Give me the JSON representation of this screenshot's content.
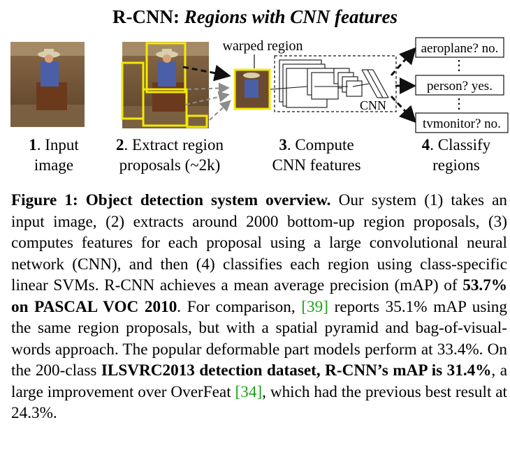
{
  "figure": {
    "title_plain": "R-CNN: ",
    "title_italic": "Regions with CNN features",
    "warped_label": "warped region",
    "cnn_label": "CNN",
    "outputs": [
      "aeroplane? no.",
      "person? yes.",
      "tvmonitor? no."
    ],
    "stages": [
      {
        "num": "1",
        "text_a": ". Input",
        "text_b": "image"
      },
      {
        "num": "2",
        "text_a": ". Extract region",
        "text_b": "proposals (~2k)"
      },
      {
        "num": "3",
        "text_a": ". Compute",
        "text_b": "CNN features"
      },
      {
        "num": "4",
        "text_a": ". Classify",
        "text_b": "regions"
      }
    ],
    "colors": {
      "proposal_box": "#f2ea00",
      "dashed_arrow": "#111111",
      "gray_arrow": "#8c8c8c"
    }
  },
  "caption": {
    "label": "Figure 1:",
    "heading": "Object detection system overview.",
    "p1": " Our system (1) takes an input image, (2) extracts around 2000 bottom-up region proposals, (3) computes features for each proposal using a large convolutional neural network (CNN), and then (4) classifies each region using class-specific linear SVMs. R-CNN achieves a mean average precision (mAP) of ",
    "b1": "53.7% on PASCAL VOC 2010",
    "p2": ". For comparison, ",
    "cite1": "[39]",
    "p3": " reports 35.1% mAP using the same region proposals, but with a spatial pyramid and bag-of-visual-words approach. The popular deformable part models perform at 33.4%. On the 200-class ",
    "b2": "ILSVRC2013 detection dataset, R-CNN’s mAP is 31.4%",
    "p4": ", a large improvement over OverFeat ",
    "cite2": "[34]",
    "p5": ", which had the previous best result at 24.3%."
  }
}
